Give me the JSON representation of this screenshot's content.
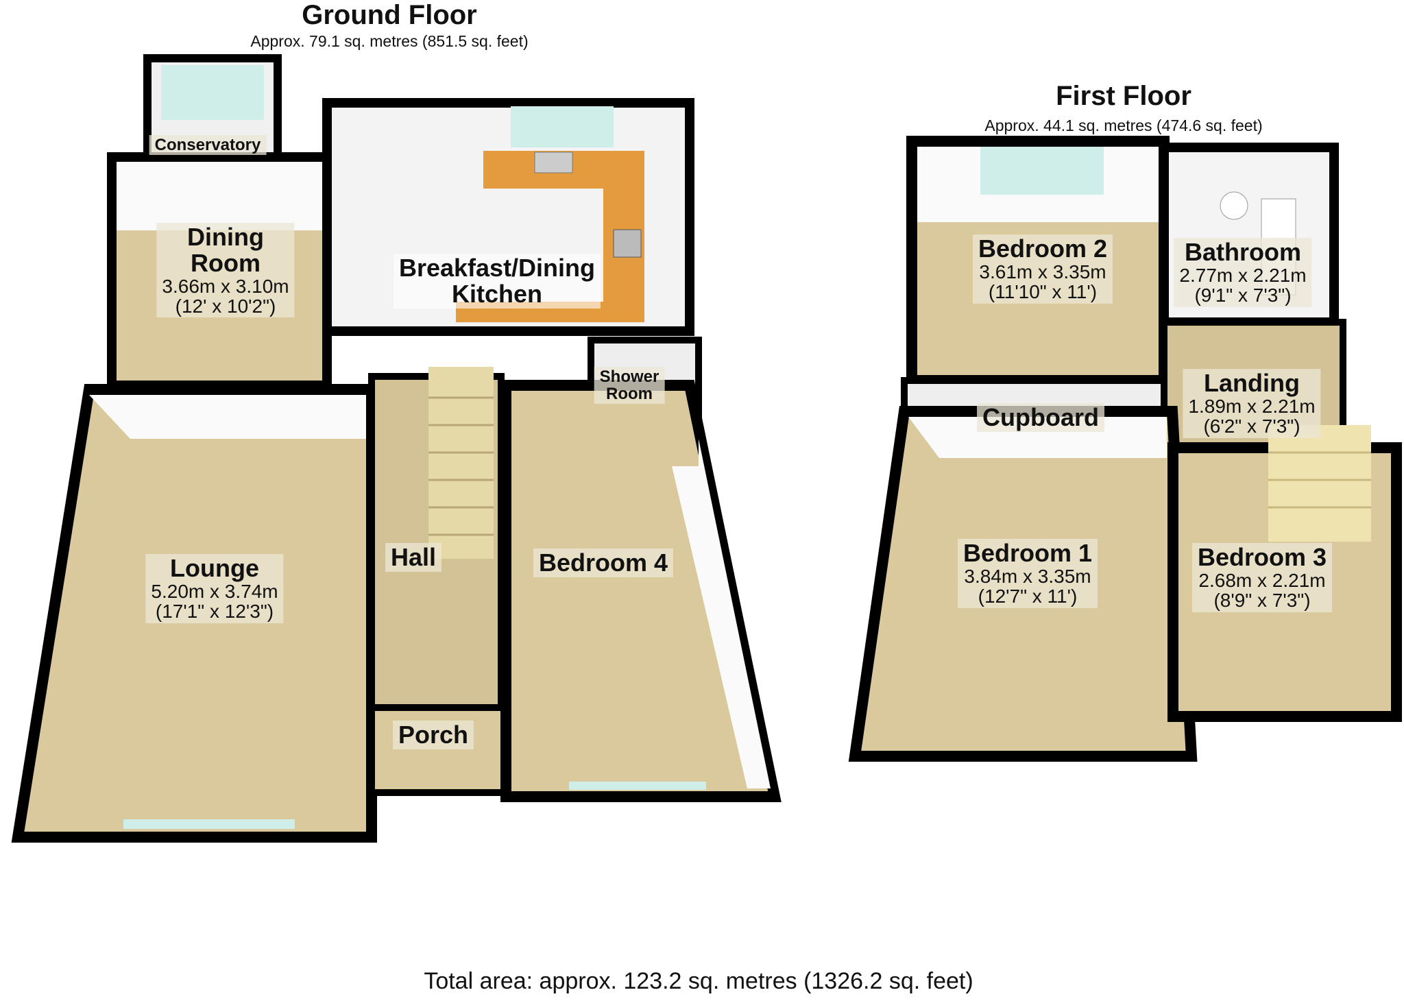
{
  "ground_floor": {
    "title": "Ground Floor",
    "area": "Approx. 79.1 sq. metres (851.5 sq. feet)",
    "rooms": {
      "conservatory": {
        "name": "Conservatory"
      },
      "dining_room": {
        "name1": "Dining",
        "name2": "Room",
        "metric": "3.66m x 3.10m",
        "imperial": "(12' x 10'2\")"
      },
      "kitchen": {
        "name1": "Breakfast/Dining",
        "name2": "Kitchen"
      },
      "lounge": {
        "name": "Lounge",
        "metric": "5.20m x 3.74m",
        "imperial": "(17'1\" x 12'3\")"
      },
      "hall": {
        "name": "Hall"
      },
      "porch": {
        "name": "Porch"
      },
      "shower_room": {
        "name1": "Shower",
        "name2": "Room"
      },
      "bedroom4": {
        "name": "Bedroom 4"
      }
    }
  },
  "first_floor": {
    "title": "First Floor",
    "area": "Approx. 44.1 sq. metres (474.6 sq. feet)",
    "rooms": {
      "bedroom2": {
        "name": "Bedroom 2",
        "metric": "3.61m x 3.35m",
        "imperial": "(11'10\" x 11')"
      },
      "bathroom": {
        "name": "Bathroom",
        "metric": "2.77m x 2.21m",
        "imperial": "(9'1\" x 7'3\")"
      },
      "landing": {
        "name": "Landing",
        "metric": "1.89m x 2.21m",
        "imperial": "(6'2\" x 7'3\")"
      },
      "cupboard": {
        "name": "Cupboard"
      },
      "bedroom1": {
        "name": "Bedroom 1",
        "metric": "3.84m x 3.35m",
        "imperial": "(12'7\" x 11')"
      },
      "bedroom3": {
        "name": "Bedroom 3",
        "metric": "2.68m x 2.21m",
        "imperial": "(8'9\" x 7'3\")"
      }
    }
  },
  "total_area": "Total area: approx. 123.2 sq. metres (1326.2 sq. feet)",
  "colors": {
    "carpet": "#d9c99c",
    "tile": "#f3f3f3",
    "worktop": "#e39b3e",
    "wall": "#000000",
    "glass": "#cfeeea"
  }
}
